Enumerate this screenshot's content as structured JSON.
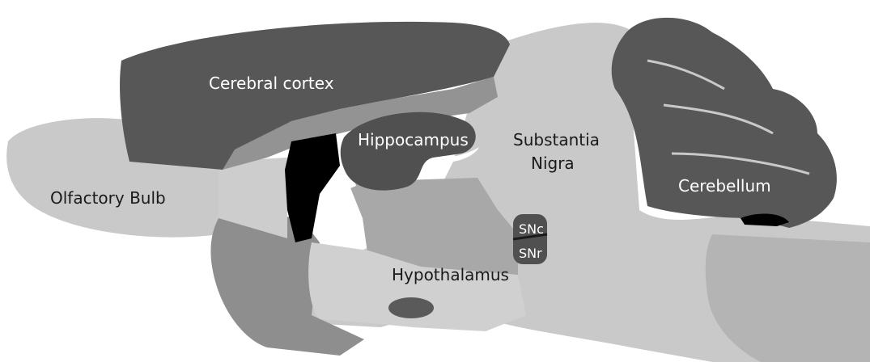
{
  "diagram": {
    "labels": {
      "cerebral_cortex": "Cerebral cortex",
      "hippocampus": "Hippocampus",
      "substantia_nigra_line1": "Substantia",
      "substantia_nigra_line2": "Nigra",
      "olfactory_bulb": "Olfactory Bulb",
      "cerebellum": "Cerebellum",
      "snc": "SNc",
      "snr": "SNr",
      "hypothalamus": "Hypothalamus"
    },
    "colors": {
      "light_gray": "#c9c9c9",
      "mid_gray": "#9a9a9a",
      "dark_gray": "#575757",
      "black": "#000000",
      "white": "#ffffff"
    }
  }
}
